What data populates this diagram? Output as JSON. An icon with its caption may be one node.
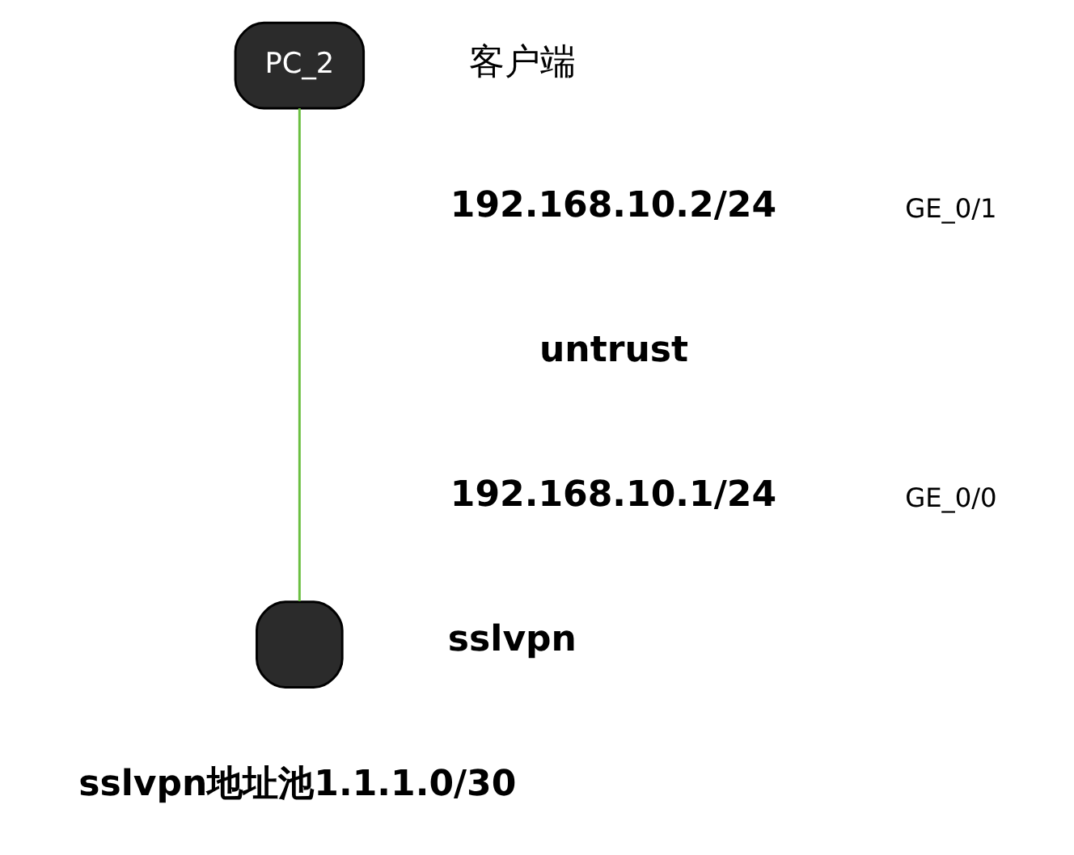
{
  "diagram": {
    "nodes": [
      {
        "text": [
          "PC_2"
        ],
        "beside": [
          "客户端"
        ]
      },
      {
        "text": [],
        "shape": "box"
      }
    ],
    "edges": [
      {
        "from": 0,
        "to": 1,
        "arrow": "none",
        "color": "#6abf40"
      }
    ],
    "labels": [
      "192.168.10.2/24",
      "GE_0/1",
      "untrust",
      "192.168.10.1/24",
      "GE_0/0",
      "sslvpn",
      "sslvpn地址池1.1.1.0/30"
    ]
  }
}
